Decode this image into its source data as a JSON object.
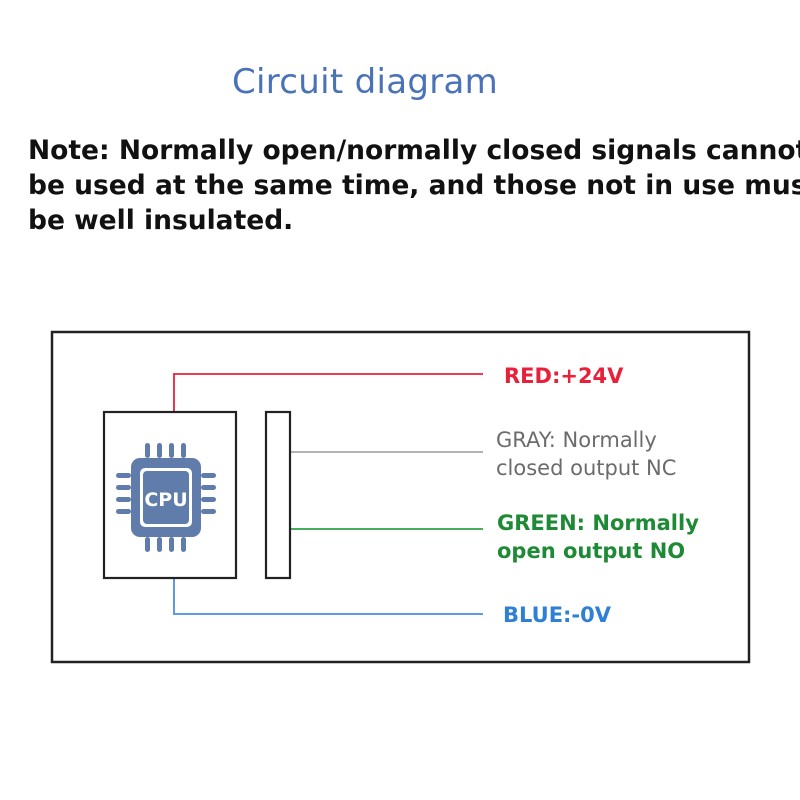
{
  "title": "Circuit diagram",
  "note": {
    "lines": [
      "Note: Normally open/normally closed signals cannot",
      "be used at the same time, and those not in use must",
      "be well insulated."
    ]
  },
  "chip": {
    "label": "CPU"
  },
  "wires": {
    "red": {
      "label": "RED:+24V",
      "color": "#e8203a"
    },
    "gray": {
      "lines": [
        "GRAY: Normally",
        "closed output NC"
      ],
      "color": "#6b6b6b",
      "wire_color": "#a8a8a8"
    },
    "green": {
      "lines": [
        "GREEN: Normally",
        "open output NO"
      ],
      "color": "#1f8a35",
      "wire_color": "#2fa043"
    },
    "blue": {
      "label": "BLUE:-0V",
      "color": "#2f7fd6",
      "wire_color": "#4a8fe0"
    }
  },
  "colors": {
    "title": "#4a72b8",
    "chip": "#5f7cab"
  }
}
